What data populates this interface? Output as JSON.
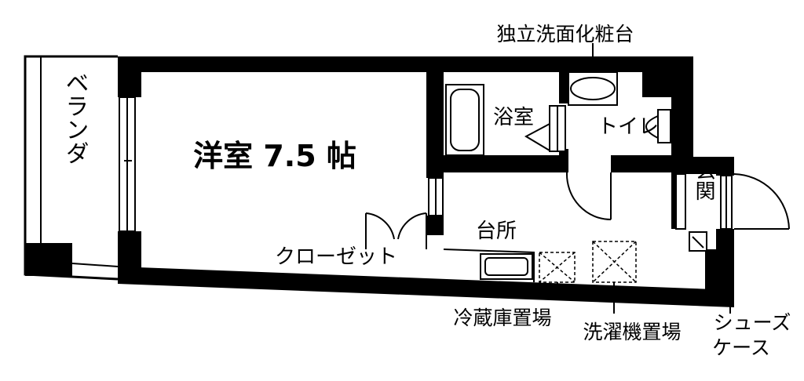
{
  "floor_plan": {
    "rooms": {
      "western_room": "洋室 7.5 帖",
      "bathroom": "浴室",
      "toilet": "トイレ",
      "kitchen": "台所",
      "veranda": "ベランダ",
      "entrance": "玄関",
      "closet": "クローゼット"
    },
    "callouts": {
      "vanity": "独立洗面化粧台",
      "fridge_space": "冷蔵庫置場",
      "washer_space": "洗濯機置場",
      "shoe_case_line1": "シューズ",
      "shoe_case_line2": "ケース"
    },
    "colors": {
      "wall": "#000000",
      "background": "#ffffff"
    }
  }
}
